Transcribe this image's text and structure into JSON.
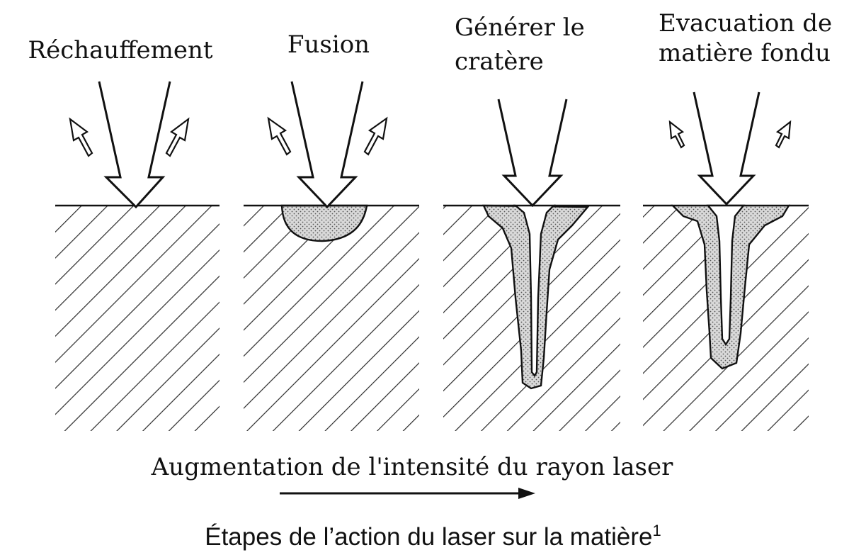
{
  "stages": [
    {
      "id": "heating",
      "label_lines": [
        "Réchauffement"
      ]
    },
    {
      "id": "fusion",
      "label_lines": [
        "Fusion"
      ]
    },
    {
      "id": "crater",
      "label_lines": [
        "Générer le",
        "cratère"
      ]
    },
    {
      "id": "evacuation",
      "label_lines": [
        "Evacuation de",
        "matière fondu"
      ]
    }
  ],
  "axis": {
    "label": "Augmentation de l'intensité du rayon laser"
  },
  "caption": {
    "text": "Étapes de l’action du laser sur la matière",
    "note": "1"
  },
  "colors": {
    "ink": "#111111",
    "hatch": "#2a2a2a",
    "stipple": "#bdbdbd",
    "background": "#ffffff"
  }
}
